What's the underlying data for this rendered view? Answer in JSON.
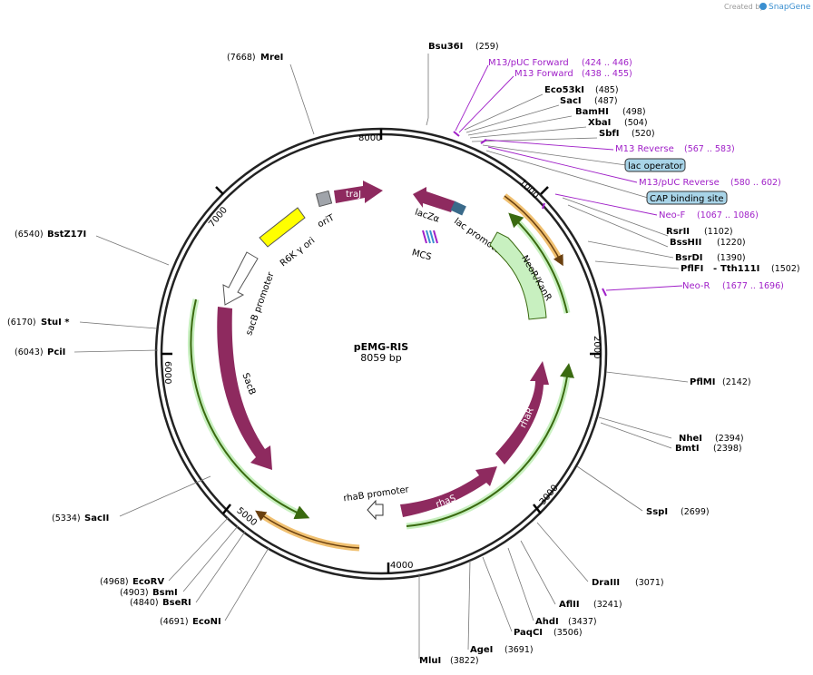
{
  "credit": {
    "prefix": "Created by",
    "brand": "SnapGene"
  },
  "plasmid": {
    "name": "pEMG-RIS",
    "size_label": "8059 bp",
    "length": 8059
  },
  "ticks": [
    "1000",
    "2000",
    "3000",
    "4000",
    "5000",
    "6000",
    "7000",
    "8000"
  ],
  "sites_right": [
    {
      "name": "Bsu36I",
      "pos": "(259)"
    },
    {
      "name": "Eco53kI",
      "pos": "(485)"
    },
    {
      "name": "SacI",
      "pos": "(487)"
    },
    {
      "name": "BamHI",
      "pos": "(498)"
    },
    {
      "name": "XbaI",
      "pos": "(504)"
    },
    {
      "name": "SbfI",
      "pos": "(520)"
    },
    {
      "name": "RsrII",
      "pos": "(1102)"
    },
    {
      "name": "BssHII",
      "pos": "(1220)"
    },
    {
      "name": "BsrDI",
      "pos": "(1390)"
    },
    {
      "name": "PflFI",
      "alt": "Tth111I",
      "pos": "(1502)"
    },
    {
      "name": "PflMI",
      "pos": "(2142)"
    },
    {
      "name": "NheI",
      "pos": "(2394)"
    },
    {
      "name": "BmtI",
      "pos": "(2398)"
    },
    {
      "name": "SspI",
      "pos": "(2699)"
    },
    {
      "name": "DraIII",
      "pos": "(3071)"
    },
    {
      "name": "AflII",
      "pos": "(3241)"
    },
    {
      "name": "AhdI",
      "pos": "(3437)"
    },
    {
      "name": "PaqCI",
      "pos": "(3506)"
    },
    {
      "name": "AgeI",
      "pos": "(3691)"
    },
    {
      "name": "MluI",
      "pos": "(3822)"
    }
  ],
  "sites_left": [
    {
      "name": "MreI",
      "pos": "(7668)"
    },
    {
      "name": "BstZ17I",
      "pos": "(6540)"
    },
    {
      "name": "StuI *",
      "pos": "(6170)"
    },
    {
      "name": "PciI",
      "pos": "(6043)"
    },
    {
      "name": "SacII",
      "pos": "(5334)"
    },
    {
      "name": "EcoRV",
      "pos": "(4968)"
    },
    {
      "name": "BsmI",
      "pos": "(4903)"
    },
    {
      "name": "BseRI",
      "pos": "(4840)"
    },
    {
      "name": "EcoNI",
      "pos": "(4691)"
    }
  ],
  "primers": [
    {
      "name": "M13/pUC Forward",
      "pos": "(424 .. 446)"
    },
    {
      "name": "M13 Forward",
      "pos": "(438 .. 455)"
    },
    {
      "name": "M13 Reverse",
      "pos": "(567 .. 583)"
    },
    {
      "name": "M13/pUC Reverse",
      "pos": "(580 .. 602)"
    },
    {
      "name": "Neo-F",
      "pos": "(1067 .. 1086)"
    },
    {
      "name": "Neo-R",
      "pos": "(1677 .. 1696)"
    }
  ],
  "boxed": [
    "lac operator",
    "CAP binding site"
  ],
  "features": {
    "traJ": "traJ",
    "oriT": "oriT",
    "r6k": "R6K γ ori",
    "sacB_promoter": "sacB promoter",
    "sacB": "SacB",
    "lacZa": "lacZα",
    "lac_promoter": "lac promoter",
    "mcs": "MCS",
    "neo": "NeoR/KanR",
    "rhaR": "rhaR",
    "rhaS": "rhaS",
    "rhaB_promoter": "rhaB promoter"
  },
  "colors": {
    "cds": "#8e2a5f",
    "promoter": "#ffffff",
    "ori": "#ffff00",
    "orit": "#a0a4aa",
    "primer": "#a020c8",
    "ltrack": "#c8f0c0",
    "lstroke": "#3a6a10",
    "orange": "#f0c070"
  }
}
